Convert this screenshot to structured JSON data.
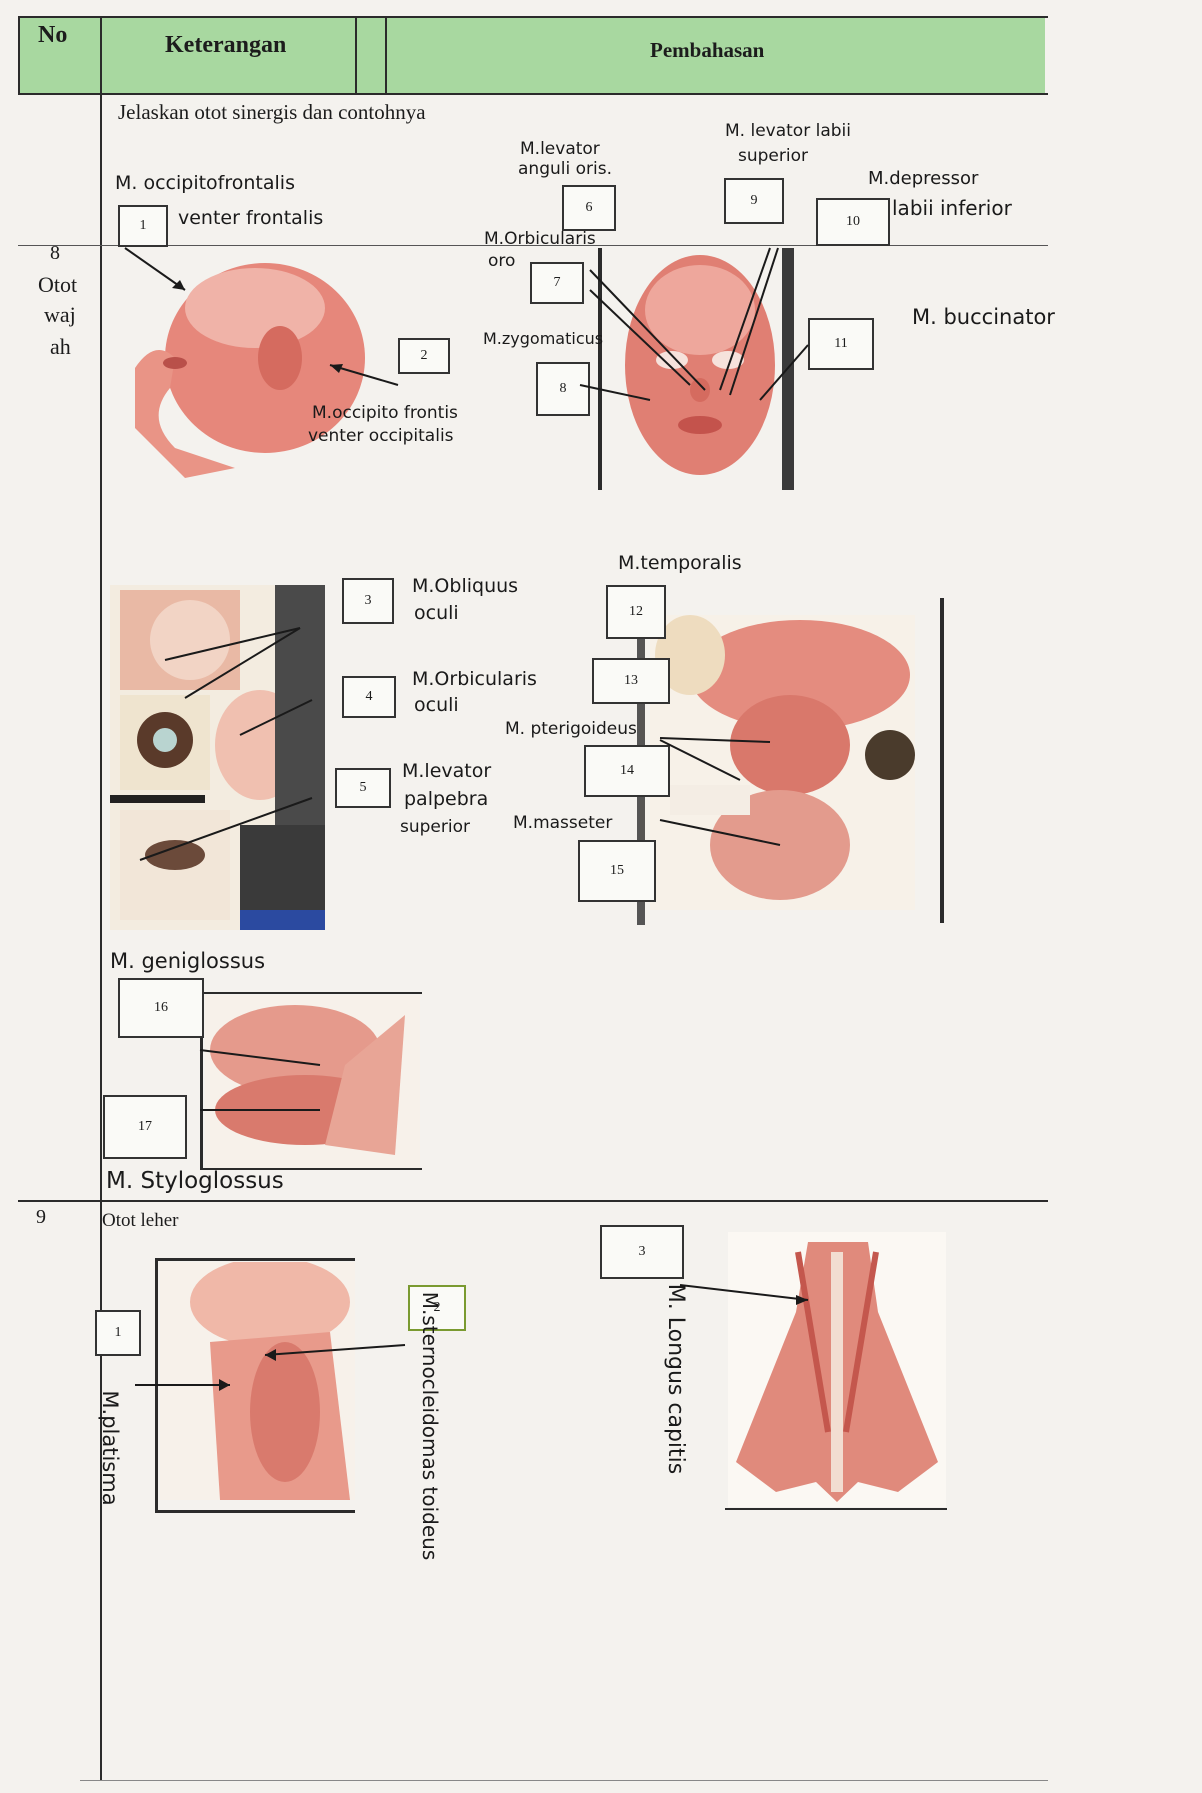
{
  "header": {
    "no": "No",
    "keterangan": "Keterangan",
    "pembahasan": "Pembahasan"
  },
  "intro": "Jelaskan otot sinergis dan contohnya",
  "row8": {
    "no": "8",
    "label_lines": [
      "Otot",
      "waj",
      "ah"
    ],
    "labels": {
      "l1": "M. occipitofrontalis",
      "l1b": "venter frontalis",
      "l2": "M.occipito frontis",
      "l2b": "venter occipitalis",
      "l6": "M.levator",
      "l6b": "anguli oris.",
      "l7": "M.Orbicularis",
      "l7b": "oro",
      "l8": "M.zygomaticus",
      "l9": "M. levator labii",
      "l9b": "superior",
      "l10": "M.depressor",
      "l10b": "labii inferior",
      "l11": "M. buccinator",
      "l3": "M.Obliquus",
      "l3b": "oculi",
      "l4": "M.Orbicularis",
      "l4b": "oculi",
      "l5": "M.levator",
      "l5b": "palpebra",
      "l5c": "superior",
      "l12": "M.temporalis",
      "l14": "M. pterigoideus",
      "l15": "M.masseter",
      "l16": "M. geniglossus",
      "l17": "M. Styloglossus"
    },
    "boxes": [
      "1",
      "2",
      "3",
      "4",
      "5",
      "6",
      "7",
      "8",
      "9",
      "10",
      "11",
      "12",
      "13",
      "14",
      "15",
      "16",
      "17"
    ]
  },
  "row9": {
    "no": "9",
    "title": "Otot leher",
    "boxes": [
      "1",
      "2",
      "3"
    ],
    "labels": {
      "l1": "M.platisma",
      "l2": "M.sternocleidomas toideus",
      "l3": "M. Longus capitis"
    }
  }
}
